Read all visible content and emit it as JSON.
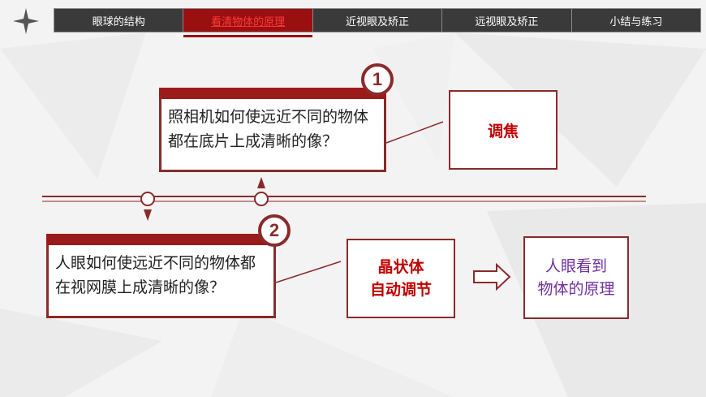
{
  "nav": {
    "tabs": [
      {
        "label": "眼球的结构",
        "active": false
      },
      {
        "label": "看清物体的原理",
        "active": true
      },
      {
        "label": "近视眼及矫正",
        "active": false
      },
      {
        "label": "远视眼及矫正",
        "active": false
      },
      {
        "label": "小结与练习",
        "active": false
      }
    ]
  },
  "step1": {
    "number": "1",
    "question": "照相机如何使远近不同的物体都在底片上成清晰的像？",
    "answer": "调焦"
  },
  "step2": {
    "number": "2",
    "question": "人眼如何使远近不同的物体都在视网膜上成清晰的像？",
    "answer": "晶状体\n自动调节",
    "result": "人眼看到\n物体的原理"
  },
  "colors": {
    "accent": "#8b2a2a",
    "accent_red": "#c00000",
    "nav_bg": "#3a3a3a",
    "result_text": "#7030a0"
  },
  "icons": {
    "logo": "four-point-star-icon",
    "arrow": "right-arrow-icon"
  }
}
